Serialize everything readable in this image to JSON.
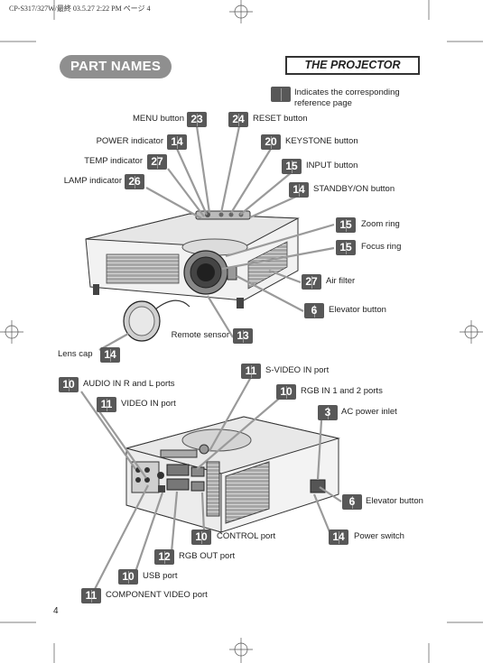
{
  "print_header": "CP-S317/327W/最終  03.5.27 2:22 PM  ページ 4",
  "title": "PART NAMES",
  "section": "THE PROJECTOR",
  "legend_text": "Indicates the corresponding reference page",
  "page_number": "4",
  "top_labels": [
    {
      "num": "23",
      "text": "MENU button"
    },
    {
      "num": "24",
      "text": "RESET button"
    },
    {
      "num": "14",
      "text": "POWER indicator"
    },
    {
      "num": "20",
      "text": "KEYSTONE button"
    },
    {
      "num": "27",
      "text": "TEMP indicator"
    },
    {
      "num": "15",
      "text": "INPUT button"
    },
    {
      "num": "26",
      "text": "LAMP indicator"
    },
    {
      "num": "14",
      "text": "STANDBY/ON button"
    },
    {
      "num": "15",
      "text": "Zoom ring"
    },
    {
      "num": "15",
      "text": "Focus ring"
    },
    {
      "num": "27",
      "text": "Air filter"
    },
    {
      "num": "6",
      "text": "Elevator button"
    },
    {
      "num": "13",
      "text": "Remote sensor"
    },
    {
      "num": "14",
      "text": "Lens cap"
    }
  ],
  "rear_labels": [
    {
      "num": "11",
      "text": "S-VIDEO IN port"
    },
    {
      "num": "10",
      "text": "AUDIO IN R and L ports"
    },
    {
      "num": "10",
      "text": "RGB IN 1 and 2 ports"
    },
    {
      "num": "11",
      "text": "VIDEO IN port"
    },
    {
      "num": "3",
      "text": "AC power inlet"
    },
    {
      "num": "6",
      "text": "Elevator button"
    },
    {
      "num": "10",
      "text": "CONTROL port"
    },
    {
      "num": "14",
      "text": "Power switch"
    },
    {
      "num": "12",
      "text": "RGB OUT port"
    },
    {
      "num": "10",
      "text": "USB port"
    },
    {
      "num": "11",
      "text": "COMPONENT VIDEO port"
    }
  ]
}
